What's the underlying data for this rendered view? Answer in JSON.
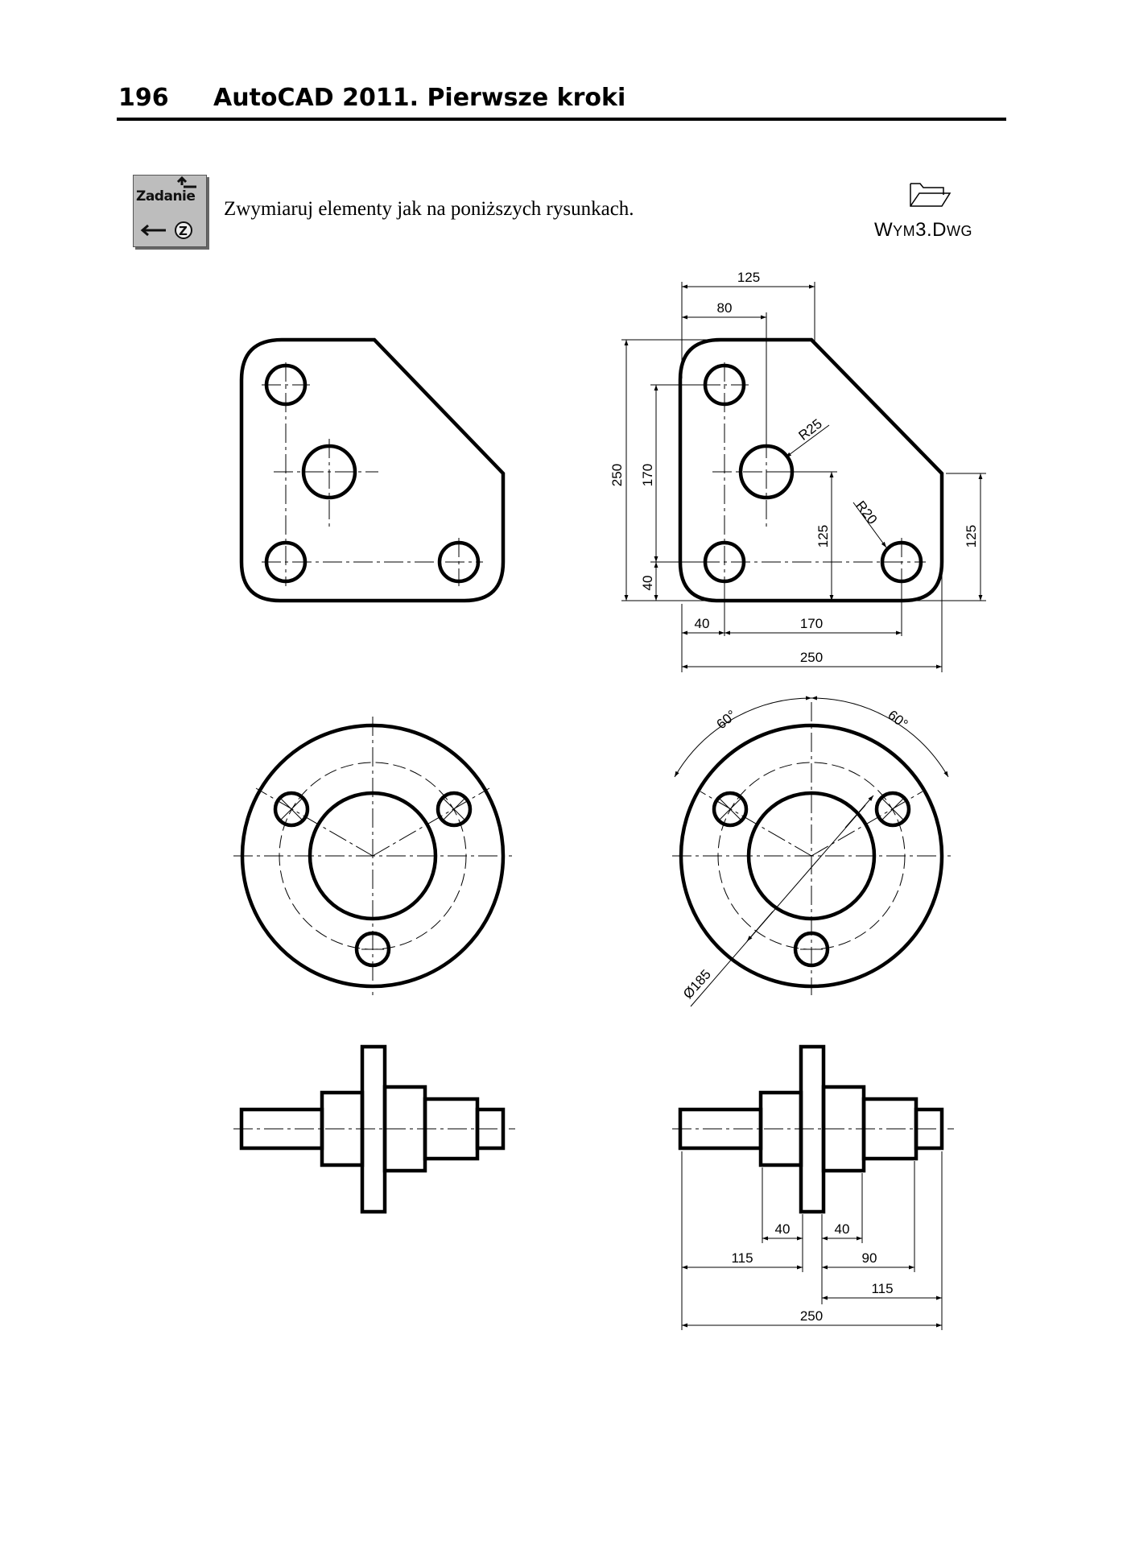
{
  "header": {
    "page_number": "196",
    "book_title": "AutoCAD 2011. Pierwsze kroki"
  },
  "task": {
    "badge_label": "Zadanie",
    "instruction": "Zwymiaruj elementy jak na poniższych rysunkach.",
    "file_name_main": "W",
    "file_name_sc1": "YM",
    "file_name_mid": "3.D",
    "file_name_sc2": "WG"
  },
  "icons": {
    "badge": "zadanie-arrows-icon",
    "file": "folder-icon"
  },
  "dimensions": {
    "plate": {
      "top_125": "125",
      "top_80": "80",
      "left_250": "250",
      "left_170": "170",
      "left_40": "40",
      "r25": "R25",
      "r20": "R20",
      "inner_125": "125",
      "right_125": "125",
      "bottom_40": "40",
      "bottom_170": "170",
      "bottom_250": "250"
    },
    "flange": {
      "angle_left": "60°",
      "angle_right": "60°",
      "diameter": "Ø185"
    },
    "shaft": {
      "d40_left": "40",
      "d40_right": "40",
      "d115_left": "115",
      "d90": "90",
      "d115_right": "115",
      "d250": "250"
    }
  }
}
